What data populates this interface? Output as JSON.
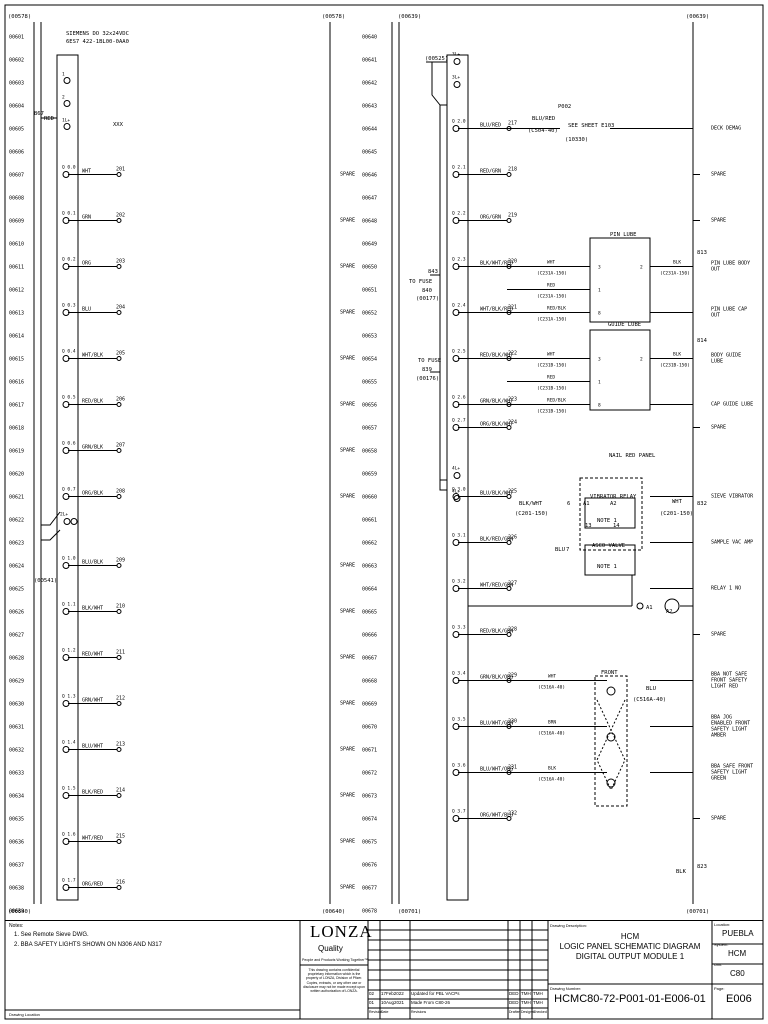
{
  "drawing": {
    "left_ref_top": "(00578)",
    "left_ref_bottom": "(00640)",
    "mid_ref_top": "(00578)",
    "mid_ref_bottom": "(00640)",
    "right_ref_top_left": "(00639)",
    "right_ref_top_right": "(00639)",
    "right_ref_bottom_left": "(00701)",
    "right_ref_bottom_right": "(00701)",
    "module_header_1": "SIEMENS DO 32x24VDC",
    "module_header_2": "6ES7 422-1BL00-0AA0",
    "ref_00525": "(00525)",
    "ref_00541": "(00541)",
    "ref_00177": "(00177)",
    "ref_00176": "(00176)",
    "wire_867": "867",
    "red_label": "RED",
    "xxx_label": "XXX",
    "row_numbers_left": [
      "00601",
      "00602",
      "00603",
      "00604",
      "00605",
      "00606",
      "00607",
      "00608",
      "00609",
      "00610",
      "00611",
      "00612",
      "00613",
      "00614",
      "00615",
      "00616",
      "00617",
      "00618",
      "00619",
      "00620",
      "00621",
      "00622",
      "00623",
      "00624",
      "00625",
      "00626",
      "00627",
      "00628",
      "00629",
      "00630",
      "00631",
      "00632",
      "00633",
      "00634",
      "00635",
      "00636",
      "00637",
      "00638",
      "00639"
    ],
    "row_numbers_right": [
      "00640",
      "00641",
      "00642",
      "00643",
      "00644",
      "00645",
      "00646",
      "00647",
      "00648",
      "00649",
      "00650",
      "00651",
      "00652",
      "00653",
      "00654",
      "00655",
      "00656",
      "00657",
      "00658",
      "00659",
      "00660",
      "00661",
      "00662",
      "00663",
      "00664",
      "00665",
      "00666",
      "00667",
      "00668",
      "00669",
      "00670",
      "00671",
      "00672",
      "00673",
      "00674",
      "00675",
      "00676",
      "00677",
      "00678"
    ],
    "left_outputs": [
      {
        "addr": "Q 0.0",
        "color": "WHT",
        "wire": "201",
        "desc": "SPARE"
      },
      {
        "addr": "Q 0.1",
        "color": "GRN",
        "wire": "202",
        "desc": "SPARE"
      },
      {
        "addr": "Q 0.2",
        "color": "ORG",
        "wire": "203",
        "desc": "SPARE"
      },
      {
        "addr": "Q 0.3",
        "color": "BLU",
        "wire": "204",
        "desc": "SPARE"
      },
      {
        "addr": "Q 0.4",
        "color": "WHT/BLK",
        "wire": "205",
        "desc": "SPARE"
      },
      {
        "addr": "Q 0.5",
        "color": "RED/BLK",
        "wire": "206",
        "desc": "SPARE"
      },
      {
        "addr": "Q 0.6",
        "color": "GRN/BLK",
        "wire": "207",
        "desc": "SPARE"
      },
      {
        "addr": "Q 0.7",
        "color": "ORG/BLK",
        "wire": "208",
        "desc": "SPARE"
      },
      {
        "addr": "Q 1.0",
        "color": "BLU/BLK",
        "wire": "209",
        "desc": "SPARE"
      },
      {
        "addr": "Q 1.1",
        "color": "BLK/WHT",
        "wire": "210",
        "desc": "SPARE"
      },
      {
        "addr": "Q 1.2",
        "color": "RED/WHT",
        "wire": "211",
        "desc": "SPARE"
      },
      {
        "addr": "Q 1.3",
        "color": "GRN/WHT",
        "wire": "212",
        "desc": "SPARE"
      },
      {
        "addr": "Q 1.4",
        "color": "BLU/WHT",
        "wire": "213",
        "desc": "SPARE"
      },
      {
        "addr": "Q 1.5",
        "color": "BLK/RED",
        "wire": "214",
        "desc": "SPARE"
      },
      {
        "addr": "Q 1.6",
        "color": "WHT/RED",
        "wire": "215",
        "desc": "SPARE"
      },
      {
        "addr": "Q 1.7",
        "color": "ORG/RED",
        "wire": "216",
        "desc": "SPARE"
      }
    ],
    "left_terminals": [
      "1",
      "2",
      "1L+",
      "2L+",
      "3"
    ],
    "right_terminals": [
      "3L+",
      "3L+",
      "4L+",
      "4L+"
    ],
    "right_outputs": [
      {
        "addr": "Q 2.0",
        "color": "BLU/RED",
        "wire": "217",
        "desc": "DECK DEMAG"
      },
      {
        "addr": "Q 2.1",
        "color": "RED/GRN",
        "wire": "218",
        "desc": "SPARE"
      },
      {
        "addr": "Q 2.2",
        "color": "ORG/GRN",
        "wire": "219",
        "desc": "SPARE"
      },
      {
        "addr": "Q 2.3",
        "color": "BLK/WHT/RED",
        "wire": "220",
        "desc": "PIN LUBE BODY OUT"
      },
      {
        "addr": "Q 2.4",
        "color": "WHT/BLK/RED",
        "wire": "221",
        "desc": "PIN LUBE CAP OUT"
      },
      {
        "addr": "Q 2.5",
        "color": "RED/BLK/WHT",
        "wire": "222",
        "desc": "BODY GUIDE LUBE"
      },
      {
        "addr": "Q 2.6",
        "color": "GRN/BLK/WHT",
        "wire": "223",
        "desc": "CAP GUIDE LUBE"
      },
      {
        "addr": "Q 2.7",
        "color": "ORG/BLK/WHT",
        "wire": "224",
        "desc": "SPARE"
      },
      {
        "addr": "Q 3.0",
        "color": "BLU/BLK/WHT",
        "wire": "225",
        "desc": "SIEVE VIBRATOR"
      },
      {
        "addr": "Q 3.1",
        "color": "BLK/RED/GRN",
        "wire": "226",
        "desc": "SAMPLE VAC AMP"
      },
      {
        "addr": "Q 3.2",
        "color": "WHT/RED/GRN",
        "wire": "227",
        "desc": "RELAY 1 NO"
      },
      {
        "addr": "Q 3.3",
        "color": "RED/BLK/GRN",
        "wire": "228",
        "desc": "SPARE"
      },
      {
        "addr": "Q 3.4",
        "color": "GRN/BLK/ORG",
        "wire": "229",
        "desc": "BBA NOT SAFE FRONT SAFETY LIGHT RED"
      },
      {
        "addr": "Q 3.5",
        "color": "BLU/WHT/GRN",
        "wire": "230",
        "desc": "BBA JOG ENABLED FRONT SAFETY LIGHT AMBER"
      },
      {
        "addr": "Q 3.6",
        "color": "BLU/WHT/ORG",
        "wire": "231",
        "desc": "BBA SAFE FRONT SAFETY LIGHT GREEN"
      },
      {
        "addr": "Q 3.7",
        "color": "ORG/WHT/BLU",
        "wire": "232",
        "desc": "SPARE"
      }
    ],
    "p002": "P002",
    "see_sheet": "SEE SHEET E103",
    "ref_10330": "(10330)",
    "blu_red": "BLU/RED",
    "c504": "(C504-40)",
    "pin_lube_title": "PIN LUBE",
    "guide_lube_title": "GUIDE LUBE",
    "to_fuse_1": "TO FUSE",
    "fuse_843": "843",
    "fuse_840": "840",
    "to_fuse_2": "TO FUSE",
    "fuse_839": "839",
    "wht": "WHT",
    "red": "RED",
    "red_blk": "RED/BLK",
    "blk": "BLK",
    "c231a": "(C231A-150)",
    "c231b": "(C231B-150)",
    "c231a_blk": "(C231A-150)",
    "c231b_blk": "(C231B-150)",
    "wire_813": "813",
    "wire_814": "814",
    "wire_832": "832",
    "wire_823": "823",
    "nail_red_panel": "NAIL RED PANEL",
    "vibrator_relay": "VIBRATOR RELAY",
    "note1": "NOTE 1",
    "asco_valve": "ASCO VALVE",
    "front": "FRONT",
    "blu": "BLU",
    "brn": "BRN",
    "c201": "(C201-150)",
    "c516a": "(C516A-40)",
    "blk_wht": "BLK/WHT",
    "a1": "A1",
    "a2": "A2",
    "n6": "6",
    "n7": "7",
    "n13": "13",
    "n14": "14",
    "n1": "1",
    "n2": "2",
    "n3": "3",
    "n8": "8"
  },
  "title_block": {
    "notes_title": "Notes:",
    "note_1": "1. See Remote Sieve DWG.",
    "note_2": "2. BBA SAFETY LIGHTS SHOWN ON N306 AND N317",
    "drawing_location": "Drawing Location",
    "brand": "LONZA",
    "brand_sub": "Quality",
    "slogan": "People and Products Working Together™",
    "confidential": "This drawing contains confidential proprietary information which is the property of LONZA, Division of Pfizer. Copies, extracts, or any other use or disclosure may not be made except upon written authorization of LONZA.",
    "revisions": [
      {
        "rev": "02",
        "date": "17Feb2022",
        "desc": "Updated for PBL VACPs",
        "drafter": "DED",
        "checker": "TMH",
        "approver": "TMH"
      },
      {
        "rev": "01",
        "date": "10Aug2021",
        "desc": "Made From C80-26",
        "drafter": "DED",
        "checker": "TMH",
        "approver": "TMH"
      }
    ],
    "rev_header": [
      "Revision",
      "Date",
      "Revisions",
      "Drafter",
      "Designer",
      "Checked"
    ],
    "drawing_desc_label": "Drawing Description:",
    "desc_line1": "HCM",
    "desc_line2": "LOGIC PANEL SCHEMATIC DIAGRAM",
    "desc_line3": "DIGITAL OUTPUT MODULE 1",
    "drawing_number_label": "Drawing Number:",
    "drawing_number": "HCMC80-72-P001-01-E006-01",
    "location_label": "Location:",
    "location": "PUEBLA",
    "system_label": "System:",
    "system": "HCM",
    "unit_label": "Unit:",
    "unit": "C80",
    "page_label": "Page:",
    "page": "E006"
  }
}
